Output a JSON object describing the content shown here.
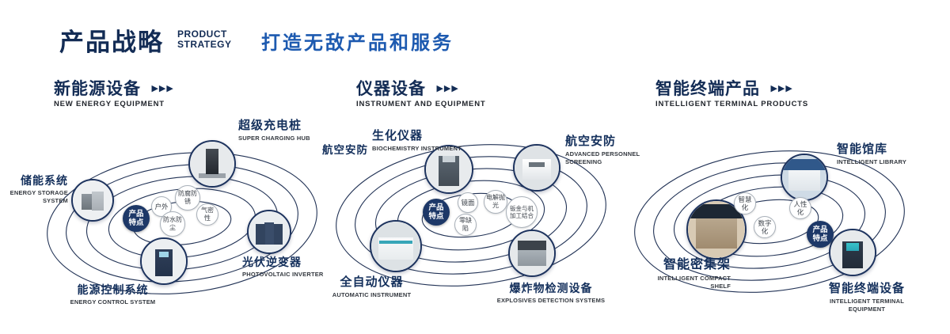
{
  "header": {
    "title_cn": "产品战略",
    "title_en_line1": "PRODUCT",
    "title_en_line2": "STRATEGY",
    "slogan": "打造无敌产品和服务"
  },
  "icons": {
    "triple_arrow": "▶▶▶"
  },
  "colors": {
    "navy": "#14305c",
    "blue": "#1d5ab0"
  },
  "sections": [
    {
      "title_cn": "新能源设备",
      "title_en": "NEW ENERGY EQUIPMENT",
      "center_label": "产品特点",
      "features": [
        "户外",
        "防腐防锈",
        "防水防尘",
        "气密性"
      ],
      "products": [
        {
          "name_cn": "超级充电桩",
          "name_en": "SUPER CHARGING HUB"
        },
        {
          "name_cn": "储能系统",
          "name_en": "ENERGY STORAGE SYSTEM"
        },
        {
          "name_cn": "光伏逆变器",
          "name_en": "PHOTOVOLTAIC INVERTER"
        },
        {
          "name_cn": "能源控制系统",
          "name_en": "ENERGY CONTROL SYSTEM"
        }
      ]
    },
    {
      "title_cn": "仪器设备",
      "title_en": "INSTRUMENT AND EQUIPMENT",
      "center_label": "产品特点",
      "aux_label": "航空安防",
      "features": [
        "镜面",
        "电解抛光",
        "零缺陷",
        "钣金与机加工结合"
      ],
      "products": [
        {
          "name_cn": "生化仪器",
          "name_en": "BIOCHEMISTRY INSTRUMENT"
        },
        {
          "name_cn": "航空安防",
          "name_en": "ADVANCED PERSONNEL SCREENING"
        },
        {
          "name_cn": "全自动仪器",
          "name_en": "AUTOMATIC INSTRUMENT"
        },
        {
          "name_cn": "爆炸物检测设备",
          "name_en": "EXPLOSIVES DETECTION SYSTEMS"
        }
      ]
    },
    {
      "title_cn": "智能终端产品",
      "title_en": "INTELLIGENT TERMINAL PRODUCTS",
      "center_label": "产品特点",
      "features": [
        "智慧化",
        "人性化",
        "数字化"
      ],
      "products": [
        {
          "name_cn": "智能馆库",
          "name_en": "INTELLIGENT LIBRARY"
        },
        {
          "name_cn": "智能密集架",
          "name_en": "INTELLIGENT COMPACT SHELF"
        },
        {
          "name_cn": "智能终端设备",
          "name_en": "INTELLIGENT TERMINAL EQUIPMENT"
        }
      ]
    }
  ]
}
